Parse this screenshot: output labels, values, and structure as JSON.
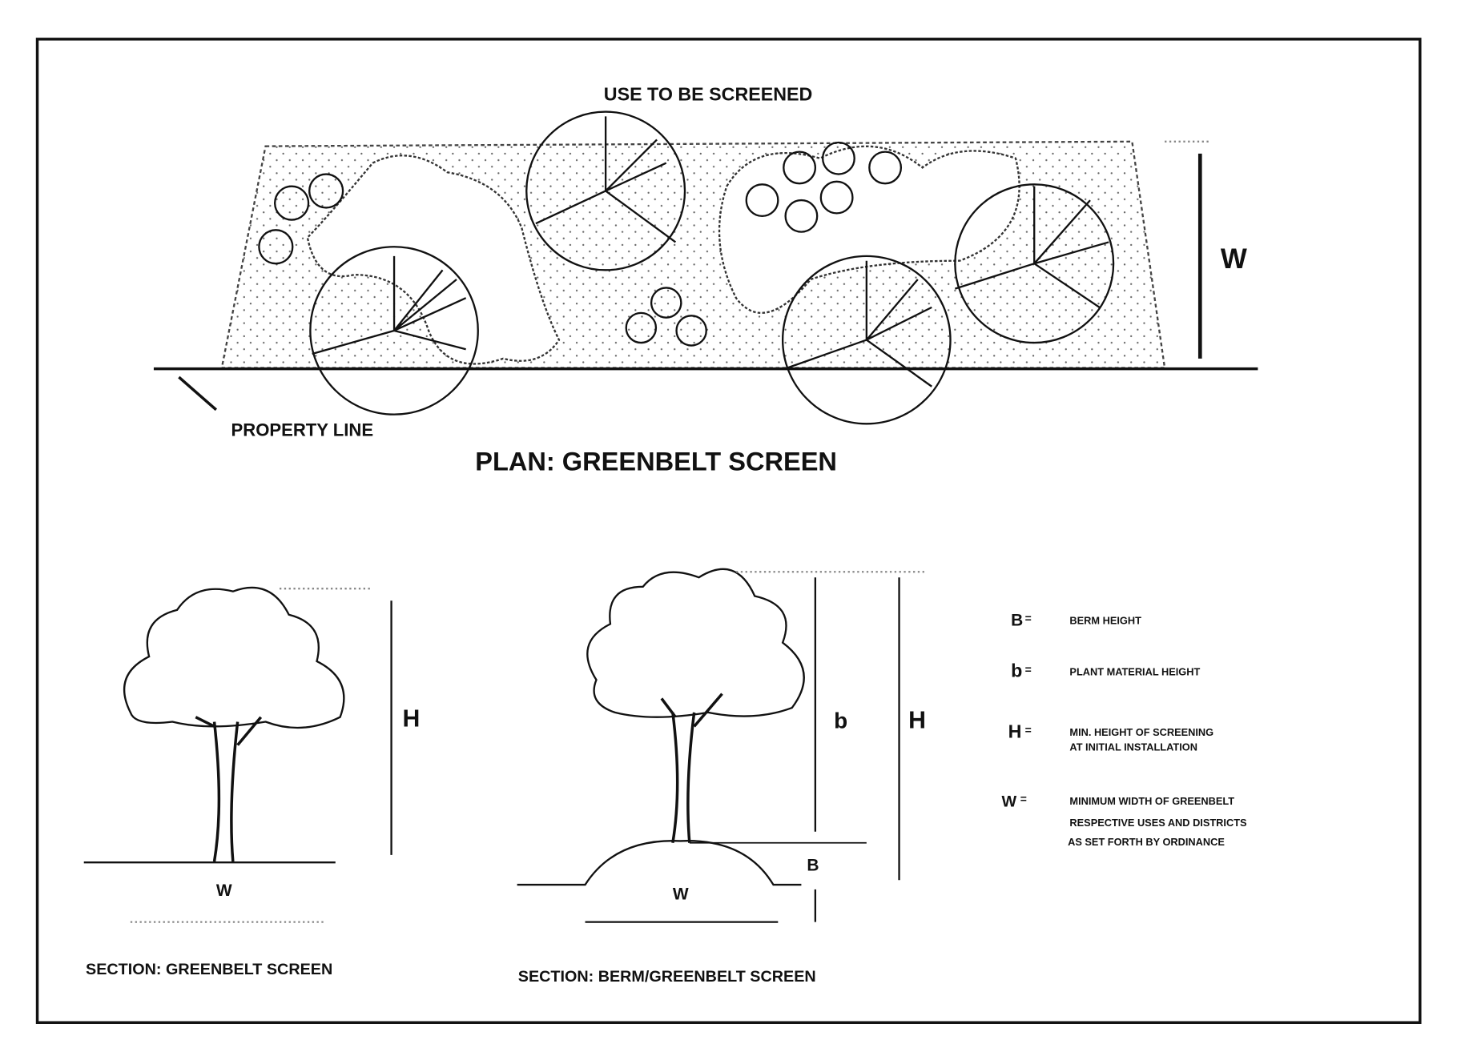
{
  "plan": {
    "top_label": "USE TO BE SCREENED",
    "width_label": "W",
    "property_line_label": "PROPERTY LINE",
    "title": "PLAN: GREENBELT SCREEN"
  },
  "section_greenbelt": {
    "height_label": "H",
    "width_label": "W",
    "title": "SECTION: GREENBELT SCREEN"
  },
  "section_berm": {
    "plant_height_label": "b",
    "height_label": "H",
    "berm_label": "B",
    "width_label": "W",
    "title": "SECTION: BERM/GREENBELT SCREEN"
  },
  "legend": [
    {
      "symbol": "B",
      "text": [
        "BERM HEIGHT"
      ]
    },
    {
      "symbol": "b",
      "text": [
        "PLANT MATERIAL HEIGHT"
      ]
    },
    {
      "symbol": "H",
      "text": [
        "MIN. HEIGHT OF SCREENING",
        "AT INITIAL INSTALLATION"
      ]
    },
    {
      "symbol": "W",
      "text": [
        "MINIMUM WIDTH OF GREENBELT",
        "RESPECTIVE USES AND DISTRICTS",
        "AS SET FORTH BY ORDINANCE"
      ]
    }
  ]
}
